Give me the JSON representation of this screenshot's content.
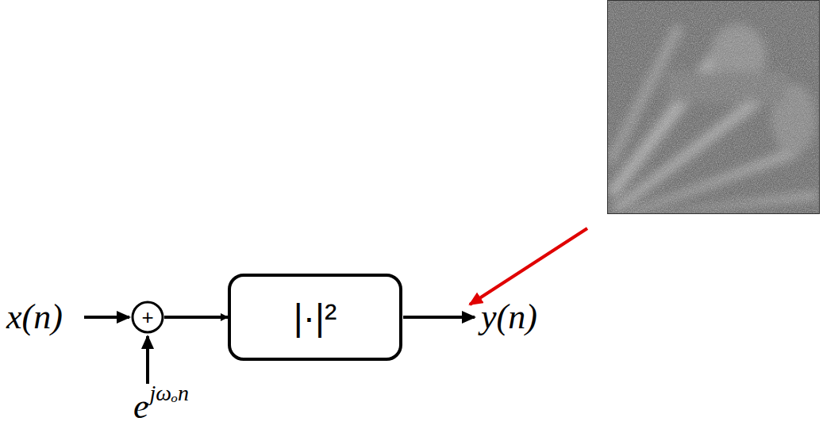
{
  "diagram": {
    "nodes": [
      {
        "text": [
          "+"
        ]
      },
      {
        "text": [
          "|·|²"
        ]
      }
    ],
    "edges": [
      {
        "from": 0,
        "to": 1,
        "arrow": "to"
      }
    ],
    "labels": [
      "x(n)",
      "y(n)",
      "e",
      "jωₒn"
    ]
  }
}
